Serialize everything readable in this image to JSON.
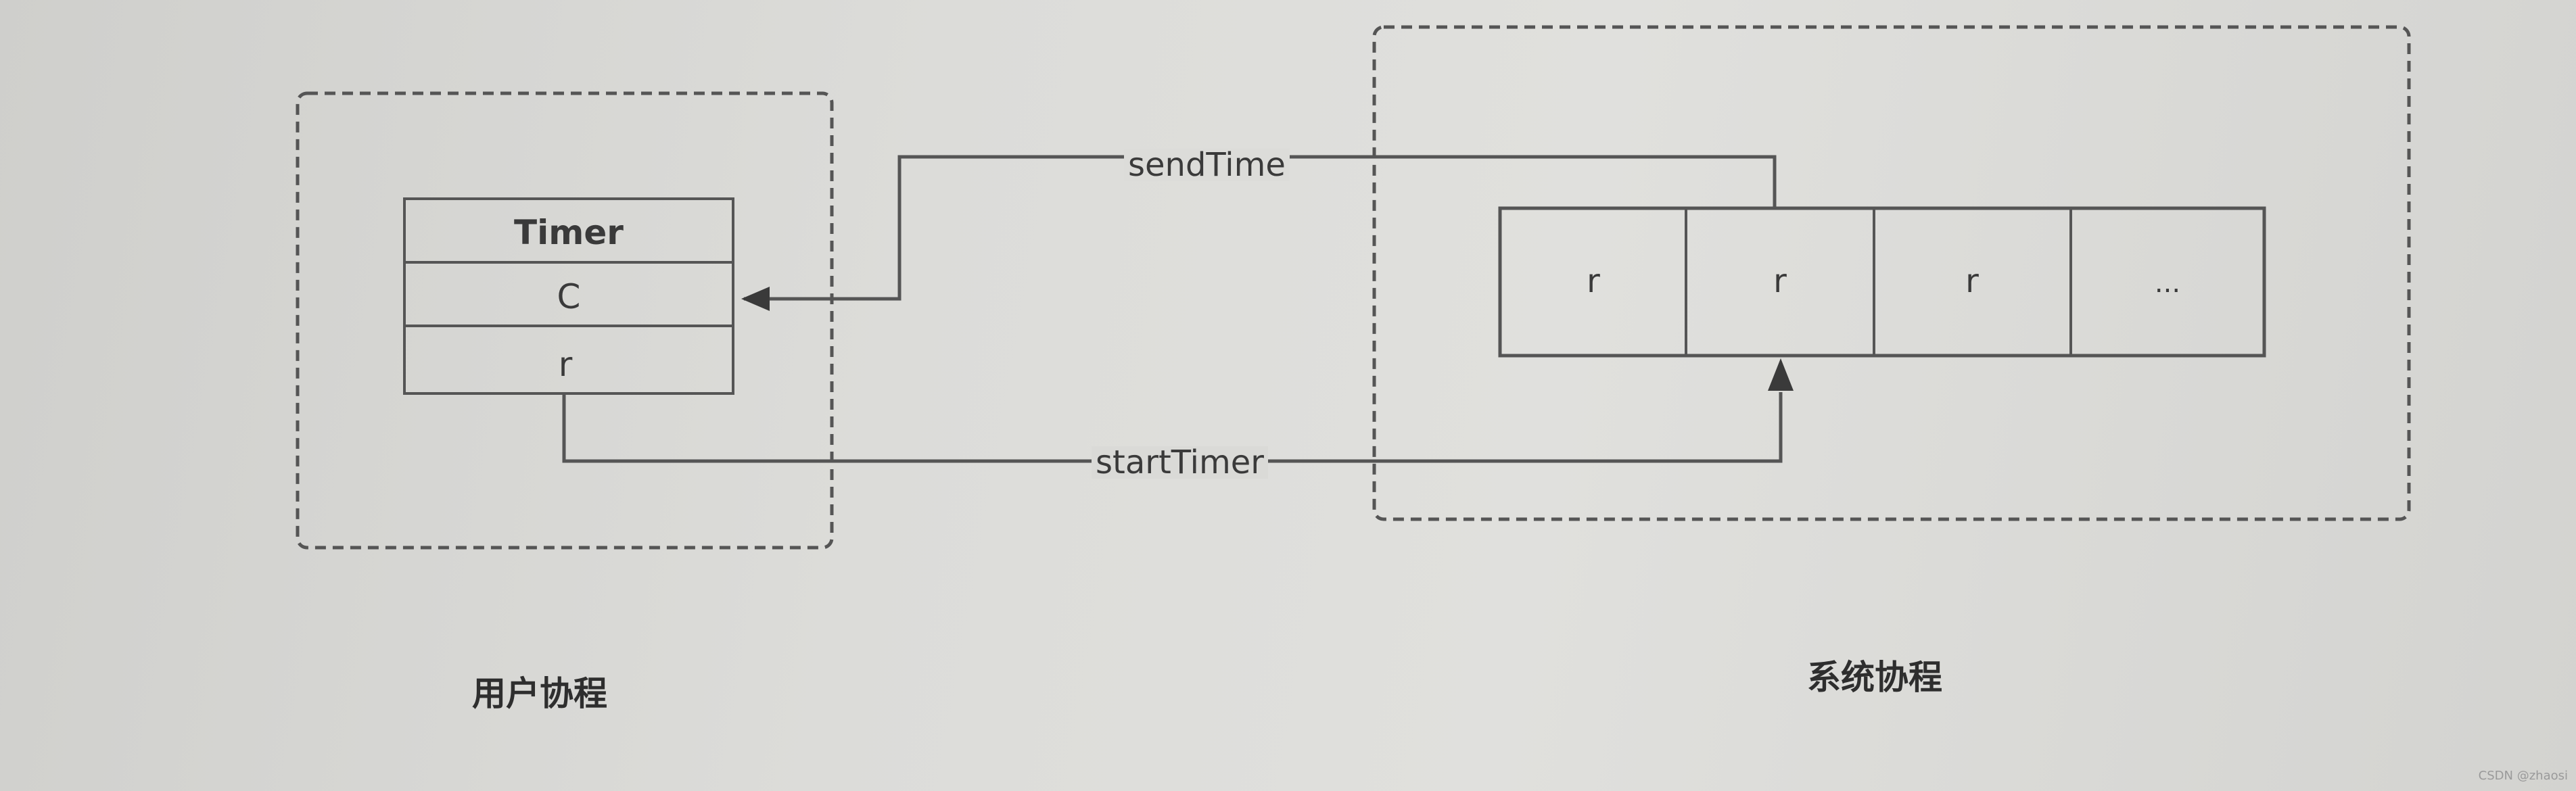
{
  "groups": {
    "user": {
      "label": "用户协程"
    },
    "system": {
      "label": "系统协程"
    }
  },
  "timer_struct": {
    "title": "Timer",
    "fields": [
      "C",
      "r"
    ]
  },
  "queue": {
    "cells": [
      "r",
      "r",
      "r",
      "..."
    ]
  },
  "edges": {
    "send": {
      "label": "sendTime"
    },
    "start": {
      "label": "startTimer"
    }
  },
  "watermark": "CSDN @zhaosi"
}
